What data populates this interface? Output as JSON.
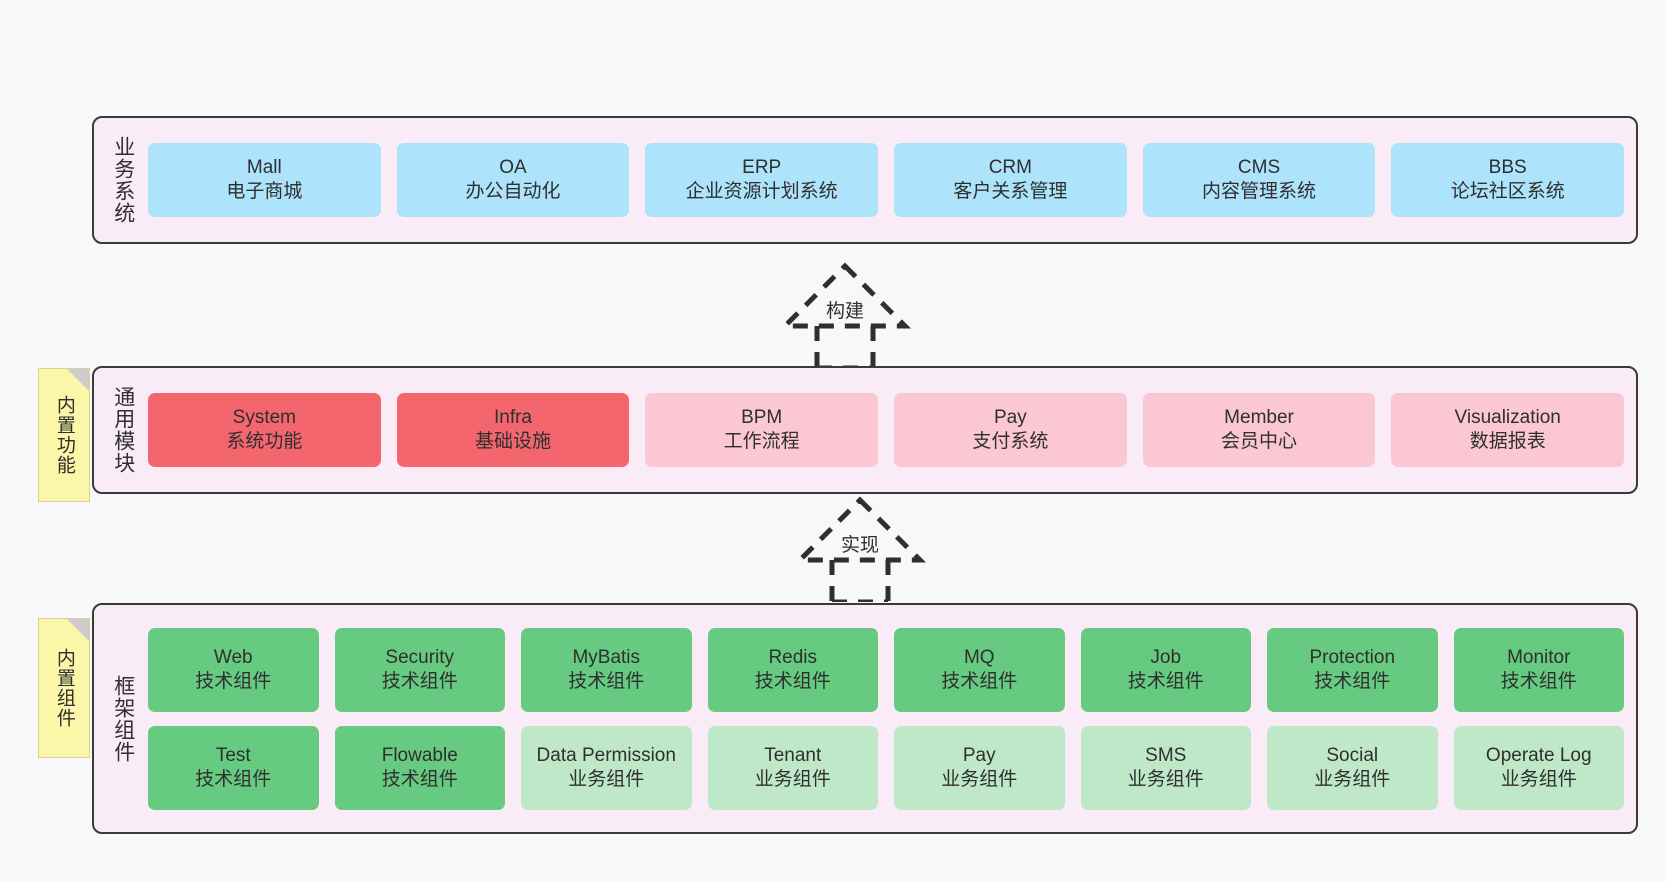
{
  "page": {
    "background": "#f8f8f8",
    "panel_background": "#f9ecf6",
    "panel_border": "#3a3a3a",
    "note_background": "#fbf6a8"
  },
  "layers": {
    "business": {
      "title": "业务系统",
      "cells": [
        {
          "name": "Mall",
          "sub": "电子商城",
          "color": "#ade3fb"
        },
        {
          "name": "OA",
          "sub": "办公自动化",
          "color": "#ade3fb"
        },
        {
          "name": "ERP",
          "sub": "企业资源计划系统",
          "color": "#ade3fb"
        },
        {
          "name": "CRM",
          "sub": "客户关系管理",
          "color": "#ade3fb"
        },
        {
          "name": "CMS",
          "sub": "内容管理系统",
          "color": "#ade3fb"
        },
        {
          "name": "BBS",
          "sub": "论坛社区系统",
          "color": "#ade3fb"
        }
      ]
    },
    "common": {
      "title": "通用模块",
      "note": "内置功能",
      "cells": [
        {
          "name": "System",
          "sub": "系统功能",
          "color": "#f4666e"
        },
        {
          "name": "Infra",
          "sub": "基础设施",
          "color": "#f4666e"
        },
        {
          "name": "BPM",
          "sub": "工作流程",
          "color": "#fac7d2"
        },
        {
          "name": "Pay",
          "sub": "支付系统",
          "color": "#fac7d2"
        },
        {
          "name": "Member",
          "sub": "会员中心",
          "color": "#fac7d2"
        },
        {
          "name": "Visualization",
          "sub": "数据报表",
          "color": "#fac7d2"
        }
      ]
    },
    "framework": {
      "title": "框架组件",
      "note": "内置组件",
      "row1": [
        {
          "name": "Web",
          "sub": "技术组件",
          "color": "#66cb80"
        },
        {
          "name": "Security",
          "sub": "技术组件",
          "color": "#66cb80"
        },
        {
          "name": "MyBatis",
          "sub": "技术组件",
          "color": "#66cb80"
        },
        {
          "name": "Redis",
          "sub": "技术组件",
          "color": "#66cb80"
        },
        {
          "name": "MQ",
          "sub": "技术组件",
          "color": "#66cb80"
        },
        {
          "name": "Job",
          "sub": "技术组件",
          "color": "#66cb80"
        },
        {
          "name": "Protection",
          "sub": "技术组件",
          "color": "#66cb80"
        },
        {
          "name": "Monitor",
          "sub": "技术组件",
          "color": "#66cb80"
        }
      ],
      "row2": [
        {
          "name": "Test",
          "sub": "技术组件",
          "color": "#66cb80"
        },
        {
          "name": "Flowable",
          "sub": "技术组件",
          "color": "#66cb80"
        },
        {
          "name": "Data Permission",
          "sub": "业务组件",
          "color": "#bfe8c8"
        },
        {
          "name": "Tenant",
          "sub": "业务组件",
          "color": "#bfe8c8"
        },
        {
          "name": "Pay",
          "sub": "业务组件",
          "color": "#bfe8c8"
        },
        {
          "name": "SMS",
          "sub": "业务组件",
          "color": "#bfe8c8"
        },
        {
          "name": "Social",
          "sub": "业务组件",
          "color": "#bfe8c8"
        },
        {
          "name": "Operate Log",
          "sub": "业务组件",
          "color": "#bfe8c8"
        }
      ]
    }
  },
  "connectors": [
    {
      "id": "build",
      "label": "构建",
      "style": "dashed-generalization",
      "direction": "up"
    },
    {
      "id": "implement",
      "label": "实现",
      "style": "dashed-generalization",
      "direction": "up"
    }
  ]
}
